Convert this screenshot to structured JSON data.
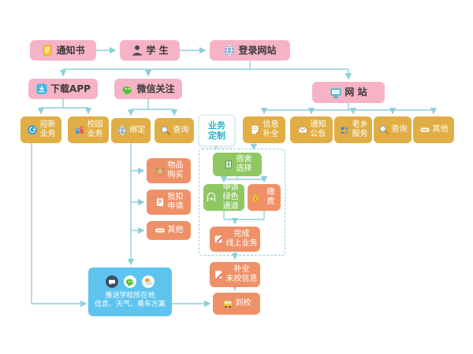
{
  "palette": {
    "arrow": "#8ecfdb",
    "pink": "#f6b3c6",
    "gold": "#e0ae45",
    "orange": "#ef9168",
    "green": "#8fc763",
    "blue": "#5ec4ee",
    "teal": "#2bb1c4"
  },
  "flow": {
    "notice": "通知书",
    "student": "学 生",
    "login": "登录网站",
    "download_app": "下载APP",
    "wechat_follow": "微信关注",
    "website": "网 站",
    "welcome_biz": "迎新\n业务",
    "campus_biz": "校园\n业务",
    "bind": "绑定",
    "query_wechat": "查询",
    "biz_custom": "业务\n定制",
    "info_complete": "信息\n补全",
    "notice_announce": "通知\n公告",
    "fellow_service": "老乡\n服务",
    "query_web": "查询",
    "other_web": "其他",
    "buy_items": "物品\n购买",
    "batch_deduct": "批扣\n申请",
    "other_wechat": "其他",
    "dorm_select": "宿舍\n选择",
    "green_channel": "申请\n绿色通道",
    "pay_fee": "缴费",
    "finish_online": "完成\n线上业务",
    "complete_unverified": "补全\n未校信息",
    "arrive_school": "到校",
    "push_info": "推送学校所在地\n信息、天气、乘车方案"
  },
  "icons": {
    "notice": "notepad-icon",
    "student": "student-icon",
    "login": "globe-icon",
    "download_app": "app-download-icon",
    "wechat_follow": "wechat-icon",
    "website": "monitor-icon",
    "welcome_biz": "refresh-icon",
    "campus_biz": "campus-icon",
    "bind": "globe-gray-icon",
    "query_wechat": "search-icon",
    "info_complete": "form-edit-icon",
    "notice_announce": "envelope-icon",
    "fellow_service": "people-icon",
    "query_web": "search-icon",
    "other_web": "dots-icon",
    "buy_items": "package-icon",
    "batch_deduct": "receipt-icon",
    "other_wechat": "dots-icon",
    "dorm_select": "wardrobe-icon",
    "green_channel": "channel-icon",
    "pay_fee": "moneybag-icon",
    "finish_online": "write-icon",
    "complete_unverified": "pencil-icon",
    "arrive_school": "bus-icon",
    "push_box": [
      "chat-dark-icon",
      "chat-green-icon",
      "weather-icon"
    ]
  }
}
